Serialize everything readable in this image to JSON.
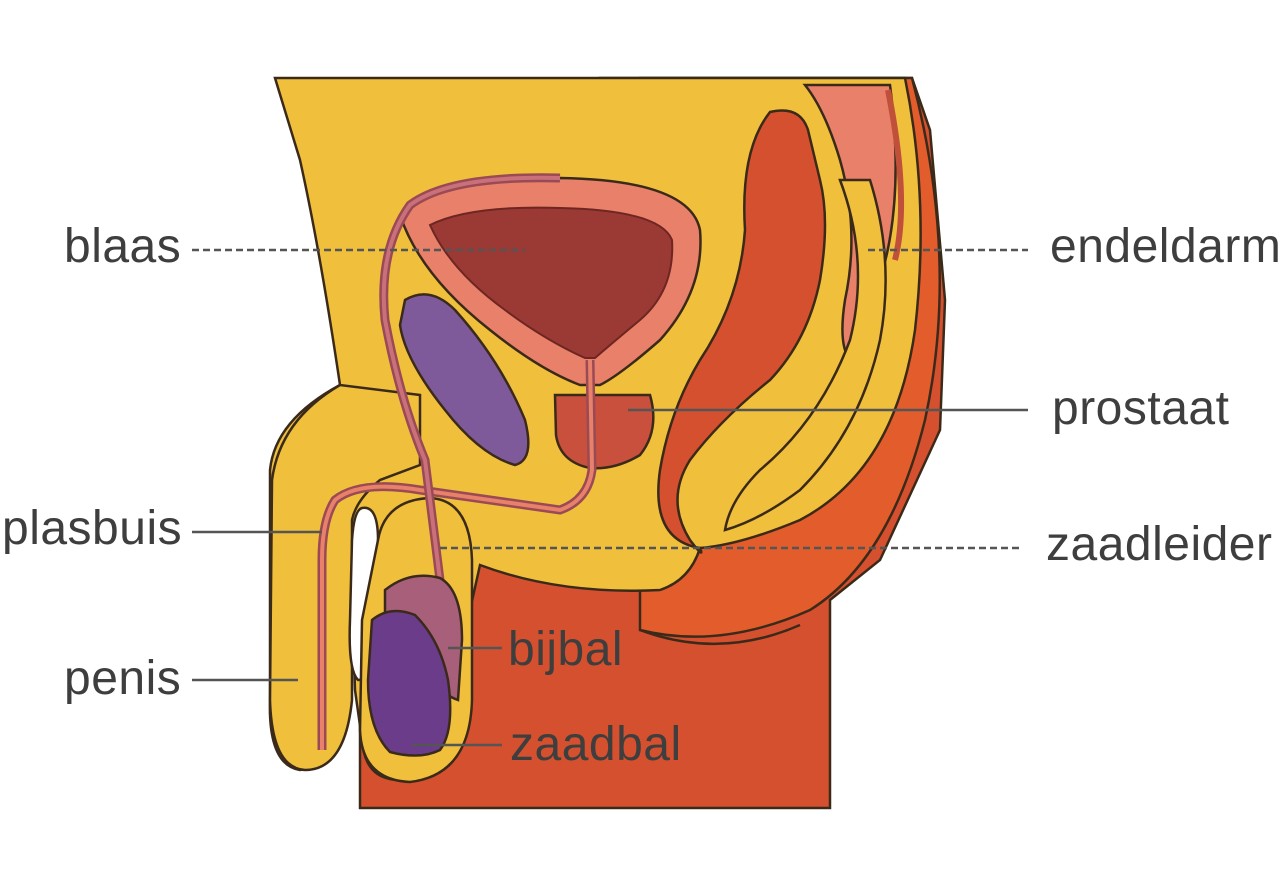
{
  "labels": {
    "bladder": "blaas",
    "urethra": "plasbuis",
    "penis": "penis",
    "rectum": "endeldarm",
    "prostate": "prostaat",
    "vas_deferens": "zaadleider",
    "epididymis": "bijbal",
    "testicle": "zaadbal"
  },
  "colors": {
    "body_yellow": "#f0c03c",
    "body_orange": "#e05a2a",
    "body_red": "#c9492e",
    "bladder_wall": "#e8806a",
    "bladder_inner": "#9b3a34",
    "prostate": "#c8503c",
    "purple": "#7e5a9a",
    "testis_purple": "#6a3c8a",
    "epididymis": "#a8607a",
    "duct": "#9a4a54",
    "rectum_pink": "#e8806a"
  }
}
